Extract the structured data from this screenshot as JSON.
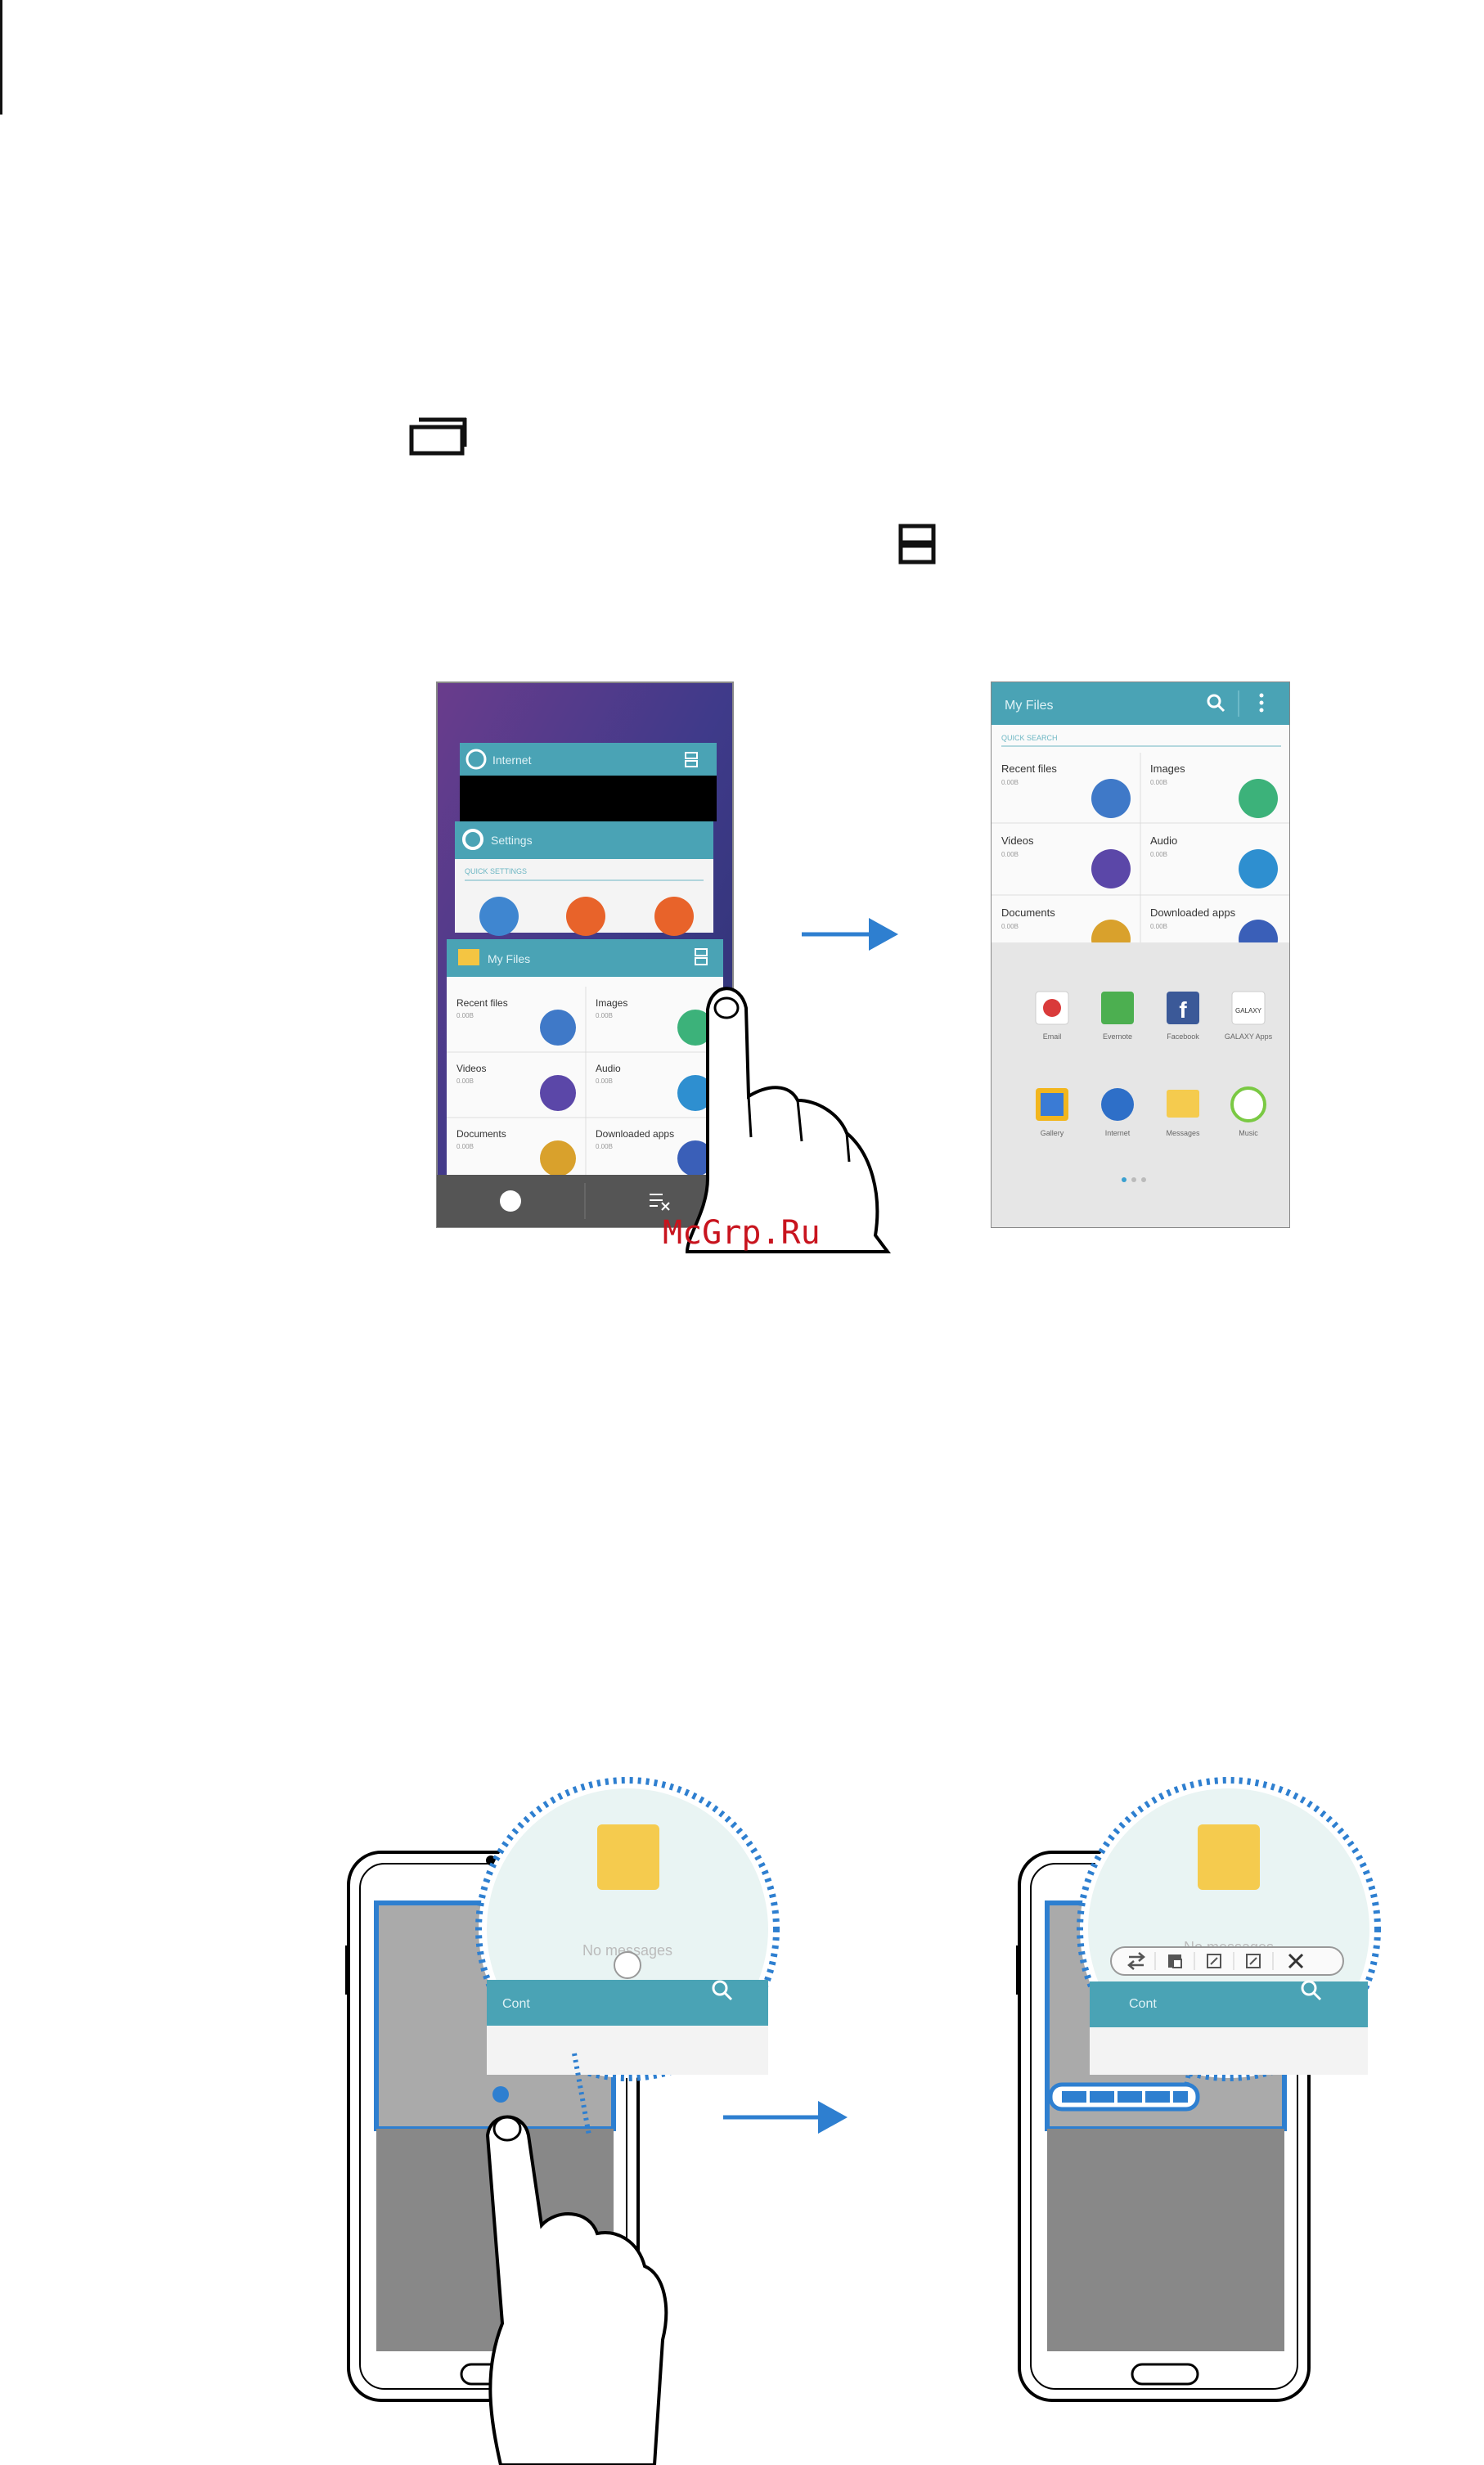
{
  "colors": {
    "teal_header": "#4aa3b5",
    "accent_blue": "#2e7fd0",
    "watermark_red": "#c8141e"
  },
  "watermark": "McGrp.Ru",
  "icons": {
    "recent_apps": "recent-apps-icon",
    "split_view": "split-view-icon",
    "arrow": "right-arrow-icon"
  },
  "top_figure": {
    "left_phone": {
      "card_internet": "Internet",
      "card_settings": "Settings",
      "settings_quick": "QUICK SETTINGS",
      "card_myfiles": "My Files",
      "files": [
        {
          "label": "Recent files",
          "sub": "0.00B"
        },
        {
          "label": "Images",
          "sub": "0.00B"
        },
        {
          "label": "Videos",
          "sub": "0.00B"
        },
        {
          "label": "Audio",
          "sub": "0.00B"
        },
        {
          "label": "Documents",
          "sub": "0.00B"
        },
        {
          "label": "Downloaded apps",
          "sub": "0.00B"
        }
      ]
    },
    "right_phone": {
      "title": "My Files",
      "section": "QUICK SEARCH",
      "files": [
        {
          "label": "Recent files",
          "sub": "0.00B"
        },
        {
          "label": "Images",
          "sub": "0.00B"
        },
        {
          "label": "Videos",
          "sub": "0.00B"
        },
        {
          "label": "Audio",
          "sub": "0.00B"
        },
        {
          "label": "Documents",
          "sub": "0.00B"
        },
        {
          "label": "Downloaded apps",
          "sub": "0.00B"
        }
      ],
      "apps": [
        "Email",
        "Evernote",
        "Facebook",
        "GALAXY Apps",
        "Gallery",
        "Internet",
        "Messages",
        "Music"
      ],
      "galaxy_badge": "GALAXY"
    }
  },
  "bottom_figure": {
    "zoom_left_text": "No messages",
    "zoom_right_text": "No messages",
    "strip_text": "Cont"
  }
}
